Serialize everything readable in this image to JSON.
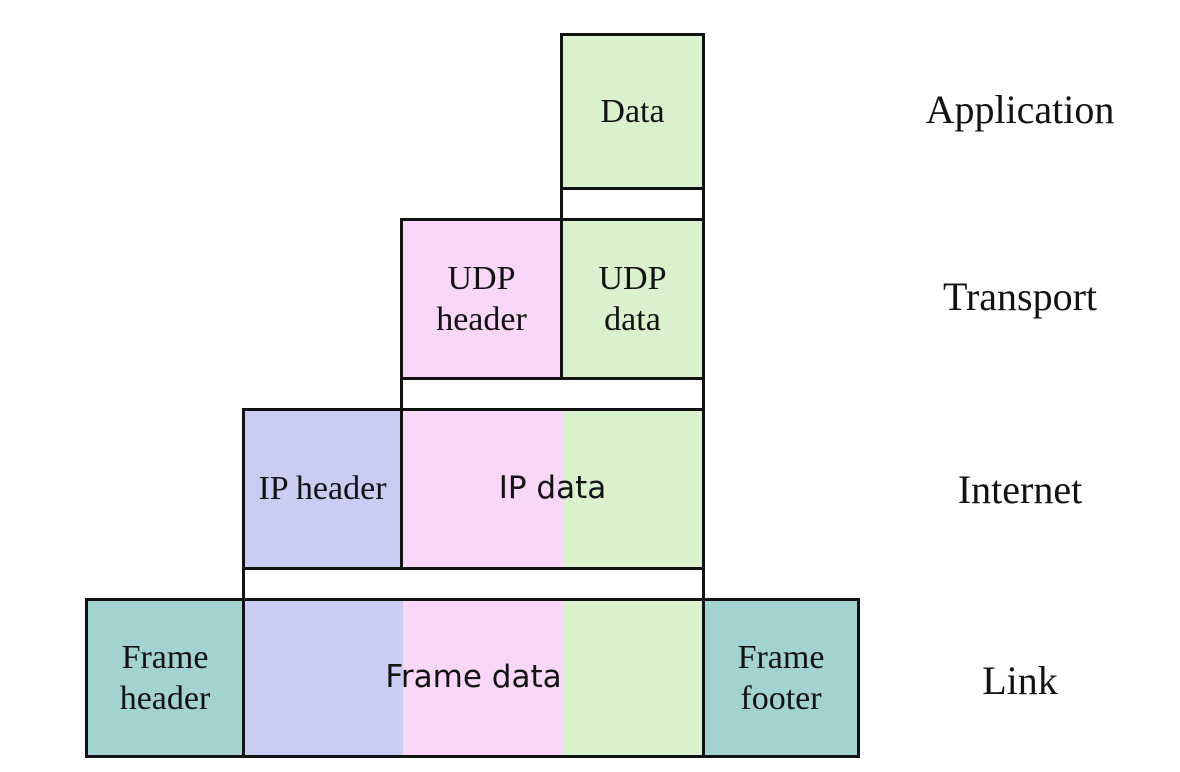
{
  "diagram": {
    "boxes": {
      "data": "Data",
      "udp_header": "UDP header",
      "udp_data": "UDP data",
      "ip_header": "IP header",
      "ip_data": "IP data",
      "frame_header": "Frame header",
      "frame_data": "Frame data",
      "frame_footer": "Frame footer"
    },
    "layers": {
      "application": "Application",
      "transport": "Transport",
      "internet": "Internet",
      "link": "Link"
    },
    "colors": {
      "green": "#daf1cd",
      "pink": "#f8d7f8",
      "lavender": "#cbccf3",
      "teal": "#a3d3d1",
      "border": "#121212",
      "background": "#ffffff"
    }
  }
}
